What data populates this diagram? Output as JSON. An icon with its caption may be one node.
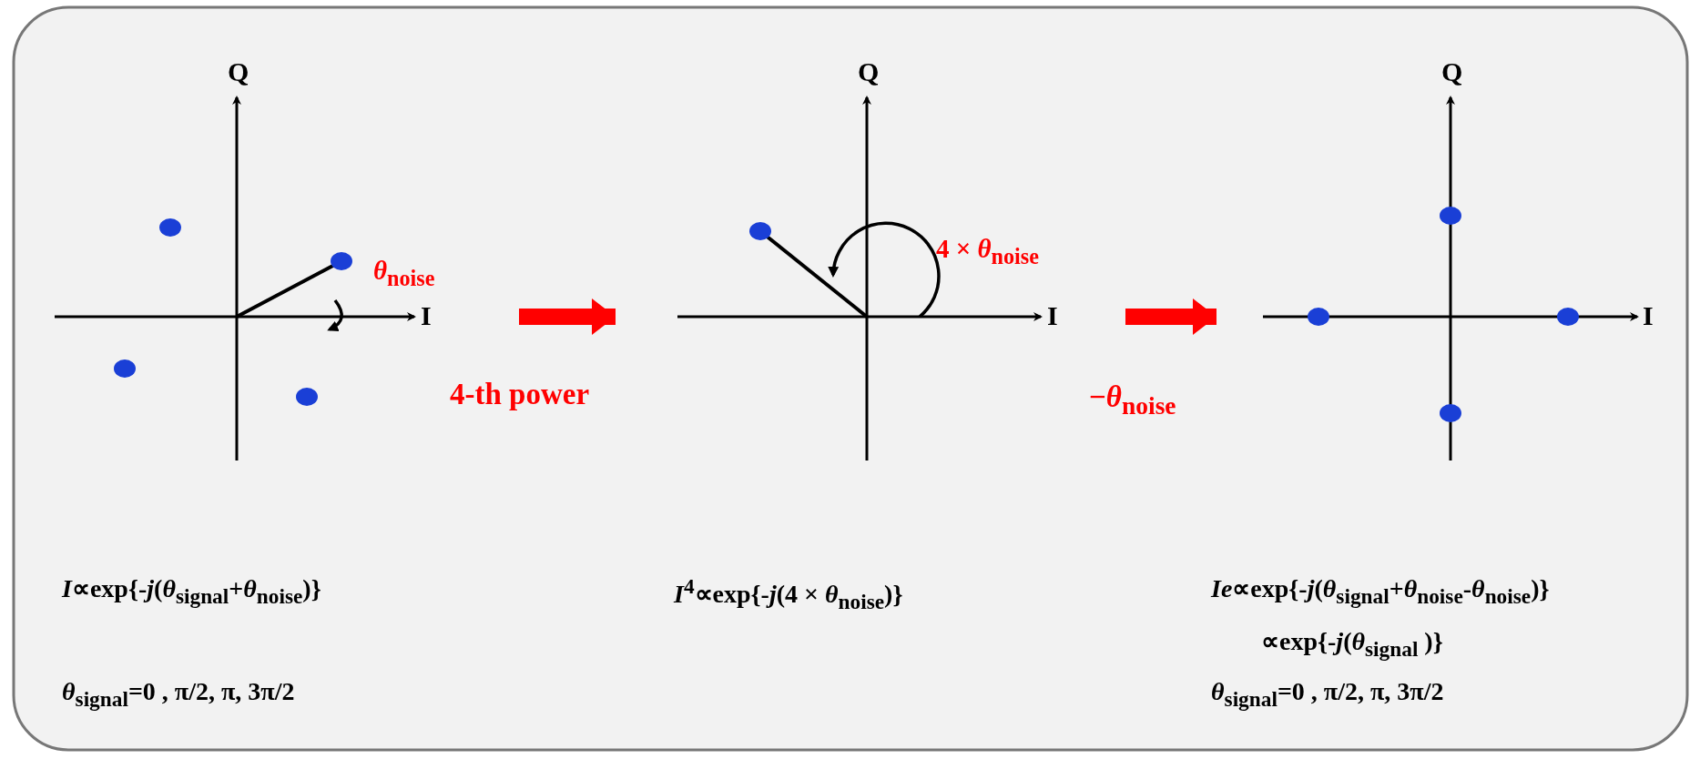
{
  "diagram": {
    "nodes": [
      {
        "text": [],
        "shape": "picture",
        "beside": [
          "Q",
          "I"
        ]
      },
      {
        "text": [],
        "shape": "picture",
        "beside": [
          "Q",
          "I"
        ]
      },
      {
        "text": [],
        "shape": "picture",
        "beside": [
          "Q",
          "I"
        ]
      }
    ],
    "edges": [
      {
        "from": 0,
        "to": 1,
        "arrow": "to",
        "label": "4-th power"
      },
      {
        "from": 1,
        "to": 2,
        "arrow": "to",
        "label": "−*θ*$_{noise}$"
      }
    ],
    "labels": [
      "*θ*$_{noise}$",
      "4 × *θ*$_{noise}$",
      "*I*∝exp{-*j*(*θ*$_{signal}$+*θ*$_{noise}$)}",
      "*I*$^{4}$∝exp{-*j*(4 × *θ*$_{noise}$)}",
      "*Ie*∝exp{-*j*(*θ*$_{signal}$+*θ*$_{noise}$-*θ*$_{noise}$)}",
      "∝exp{-*j*(*θ*$_{signal}$ )}",
      "*θ*$_{signal}$=0 , π/2, π, 3π/2",
      "*θ*$_{signal}$=0 , π/2, π, 3π/2"
    ]
  }
}
